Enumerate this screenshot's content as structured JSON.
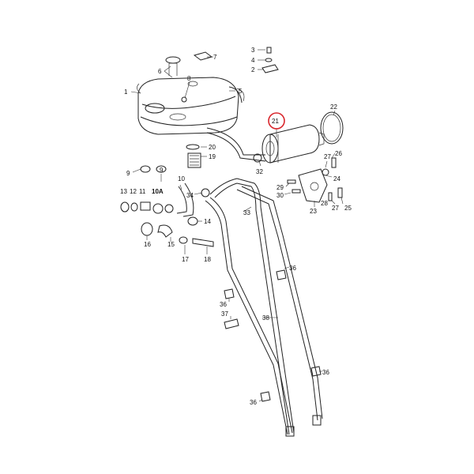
{
  "diagram": {
    "highlight_color": "#d9262c",
    "highlighted_label": "21",
    "labels": [
      {
        "id": "l1",
        "text": "1"
      },
      {
        "id": "l2",
        "text": "2"
      },
      {
        "id": "l3",
        "text": "3"
      },
      {
        "id": "l4",
        "text": "4"
      },
      {
        "id": "l5",
        "text": "5"
      },
      {
        "id": "l6",
        "text": "6"
      },
      {
        "id": "l7",
        "text": "7"
      },
      {
        "id": "l8",
        "text": "8"
      },
      {
        "id": "l9",
        "text": "9"
      },
      {
        "id": "l9b",
        "text": "9"
      },
      {
        "id": "l10",
        "text": "10"
      },
      {
        "id": "l10a",
        "text": "10A"
      },
      {
        "id": "l11",
        "text": "11"
      },
      {
        "id": "l12",
        "text": "12"
      },
      {
        "id": "l13",
        "text": "13"
      },
      {
        "id": "l14",
        "text": "14"
      },
      {
        "id": "l15",
        "text": "15"
      },
      {
        "id": "l16",
        "text": "16"
      },
      {
        "id": "l17",
        "text": "17"
      },
      {
        "id": "l18",
        "text": "18"
      },
      {
        "id": "l19",
        "text": "19"
      },
      {
        "id": "l20",
        "text": "20"
      },
      {
        "id": "l21",
        "text": "21"
      },
      {
        "id": "l22",
        "text": "22"
      },
      {
        "id": "l23",
        "text": "23"
      },
      {
        "id": "l24",
        "text": "24"
      },
      {
        "id": "l25",
        "text": "25"
      },
      {
        "id": "l26",
        "text": "26"
      },
      {
        "id": "l27a",
        "text": "27"
      },
      {
        "id": "l27b",
        "text": "27"
      },
      {
        "id": "l28",
        "text": "28"
      },
      {
        "id": "l29",
        "text": "29"
      },
      {
        "id": "l30",
        "text": "30"
      },
      {
        "id": "l32",
        "text": "32"
      },
      {
        "id": "l33",
        "text": "33"
      },
      {
        "id": "l34",
        "text": "34"
      },
      {
        "id": "l36a",
        "text": "36"
      },
      {
        "id": "l36b",
        "text": "36"
      },
      {
        "id": "l36c",
        "text": "36"
      },
      {
        "id": "l36d",
        "text": "36"
      },
      {
        "id": "l37",
        "text": "37"
      },
      {
        "id": "l38",
        "text": "38"
      }
    ]
  }
}
